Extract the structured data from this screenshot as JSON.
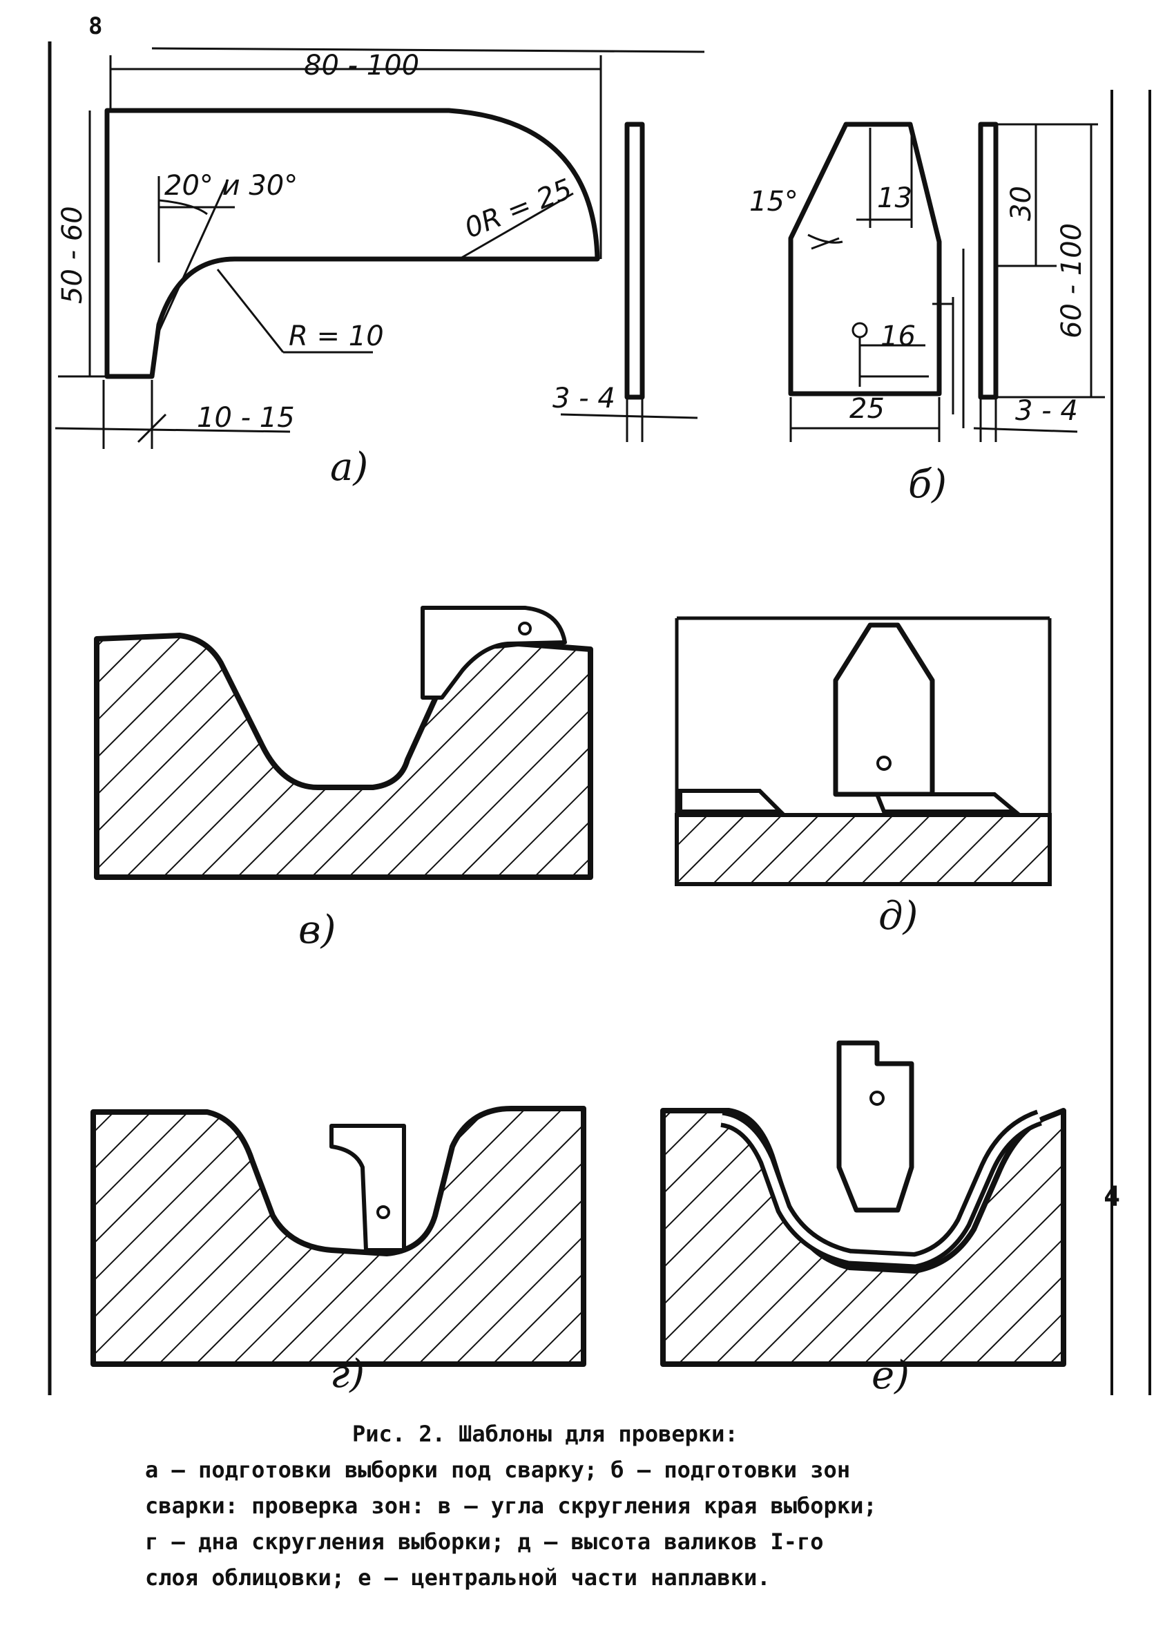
{
  "page": {
    "number": "8"
  },
  "figures": {
    "a": {
      "label": "а)",
      "dim_length": "80 - 100",
      "dim_height": "50 - 60",
      "dim_angle": "20° и 30°",
      "dim_radius_outer": "0R = 25",
      "dim_radius_inner": "R = 10",
      "dim_base": "10 - 15",
      "dim_thickness": "3 - 4"
    },
    "b": {
      "label": "б)",
      "dim_angle": "15°",
      "dim_top": "13",
      "dim_hole": "16",
      "dim_base": "25",
      "dim_upper": "30",
      "dim_height": "60 - 100",
      "dim_thickness": "3 - 4"
    },
    "v": {
      "label": "в)"
    },
    "d": {
      "label": "д)"
    },
    "g": {
      "label": "г)"
    },
    "e": {
      "label": "е)"
    }
  },
  "caption": {
    "title": "Рис. 2. Шаблоны для проверки:",
    "lines": [
      "а – подготовки выборки под сварку; б – подготовки зон",
      "сварки: проверка зон: в – угла скругления края выборки;",
      "г – дна скругления выборки; д – высота валиков I-го",
      "слоя облицовки; е – центральной части наплавки."
    ]
  },
  "side_mark": "4"
}
